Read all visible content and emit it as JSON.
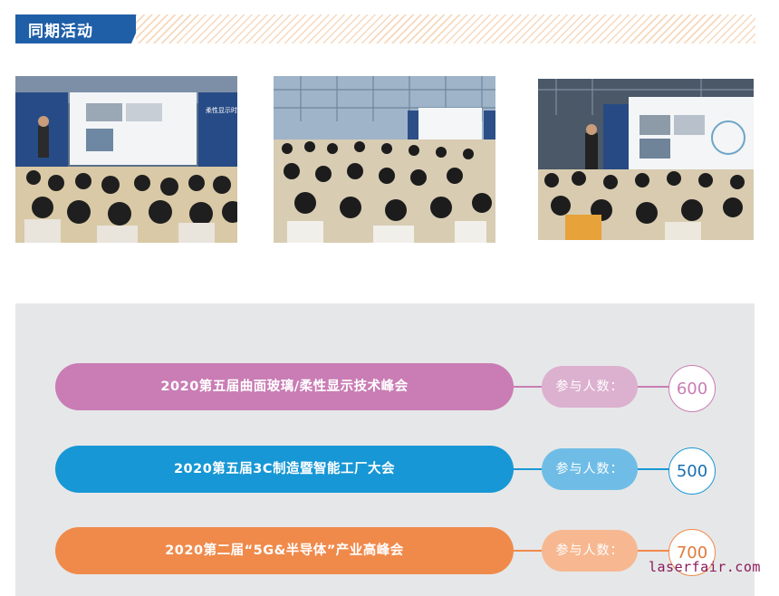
{
  "header": {
    "title": "同期活动"
  },
  "photos": [
    {
      "name": "conference-photo-1",
      "banner": "柔性显示时代"
    },
    {
      "name": "conference-photo-2"
    },
    {
      "name": "conference-photo-3"
    }
  ],
  "events": [
    {
      "title": "2020第五届曲面玻璃/柔性显示技术峰会",
      "badge": "参与人数：",
      "count": "600",
      "pill_color": "#c97db4",
      "badge_color": "#dcb0cf",
      "circle_color": "#c97db4",
      "text_color": "#c97db4"
    },
    {
      "title": "2020第五届3C制造暨智能工厂大会",
      "badge": "参与人数：",
      "count": "500",
      "pill_color": "#1797d5",
      "badge_color": "#6fbde6",
      "circle_color": "#1797d5",
      "text_color": "#1a6fb0"
    },
    {
      "title": "2020第二届“5G&半导体”产业高峰会",
      "badge": "参与人数：",
      "count": "700",
      "pill_color": "#f08a4b",
      "badge_color": "#f7b891",
      "circle_color": "#f08a4b",
      "text_color": "#e07a3b"
    }
  ],
  "watermark": "laserfair.com"
}
